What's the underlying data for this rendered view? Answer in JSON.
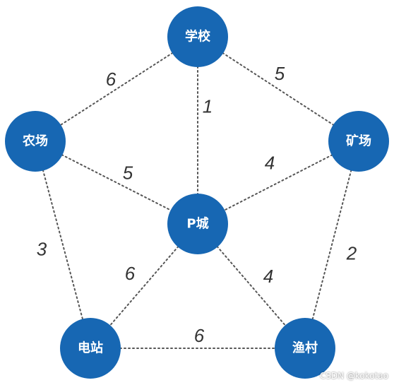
{
  "colors": {
    "node_fill": "#1767b3",
    "edge_stroke": "#555555",
    "label_text": "#333333"
  },
  "nodes": [
    {
      "id": "school",
      "label": "学校"
    },
    {
      "id": "farm",
      "label": "农场"
    },
    {
      "id": "mine",
      "label": "矿场"
    },
    {
      "id": "pcity",
      "label": "P城"
    },
    {
      "id": "station",
      "label": "电站"
    },
    {
      "id": "village",
      "label": "渔村"
    }
  ],
  "edges": [
    {
      "from": "school",
      "to": "farm",
      "weight": "6"
    },
    {
      "from": "school",
      "to": "mine",
      "weight": "5"
    },
    {
      "from": "school",
      "to": "pcity",
      "weight": "1"
    },
    {
      "from": "farm",
      "to": "pcity",
      "weight": "5"
    },
    {
      "from": "mine",
      "to": "pcity",
      "weight": "4"
    },
    {
      "from": "farm",
      "to": "station",
      "weight": "3"
    },
    {
      "from": "mine",
      "to": "village",
      "weight": "2"
    },
    {
      "from": "pcity",
      "to": "station",
      "weight": "6"
    },
    {
      "from": "pcity",
      "to": "village",
      "weight": "4"
    },
    {
      "from": "station",
      "to": "village",
      "weight": "6"
    }
  ],
  "watermark": "CSDN @kokotao"
}
